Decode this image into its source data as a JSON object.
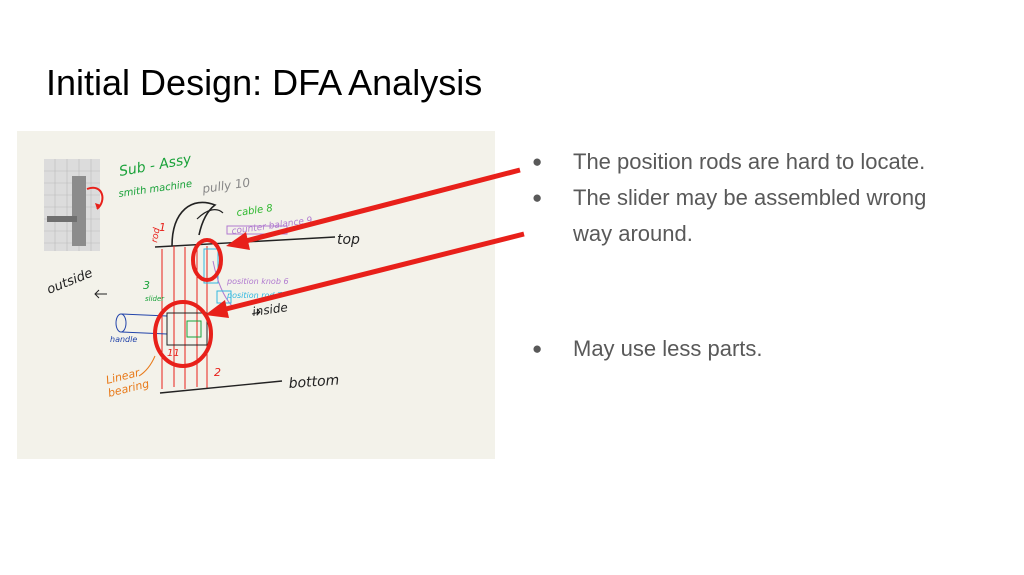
{
  "slide": {
    "title": "Initial Design: DFA Analysis",
    "bullets": [
      "The position rods are hard to locate.",
      "The slider may be assembled wrong way around.",
      "May use less parts."
    ]
  },
  "sketch_labels": {
    "sub_assy": "Sub - Assy",
    "smith_machine": "smith machine",
    "pully": "pully 10",
    "cable": "cable 8",
    "counter_balance": "counter balance 9",
    "top": "top",
    "rod": "rod",
    "num1": "1",
    "outside": "outside",
    "num3": "3",
    "slider": "slider",
    "position_knob": "position knob 6",
    "position_rod": "position rod 7",
    "inside": "inside",
    "handle": "handle",
    "num11": "11",
    "num2": "2",
    "linear_bearing_1": "Linear",
    "linear_bearing_2": "bearing",
    "bottom": "bottom"
  },
  "colors": {
    "annotation_red": "#e8201a",
    "bullet_text": "#595959",
    "title_text": "#000000",
    "sketch_bg": "#f3f2ea"
  }
}
